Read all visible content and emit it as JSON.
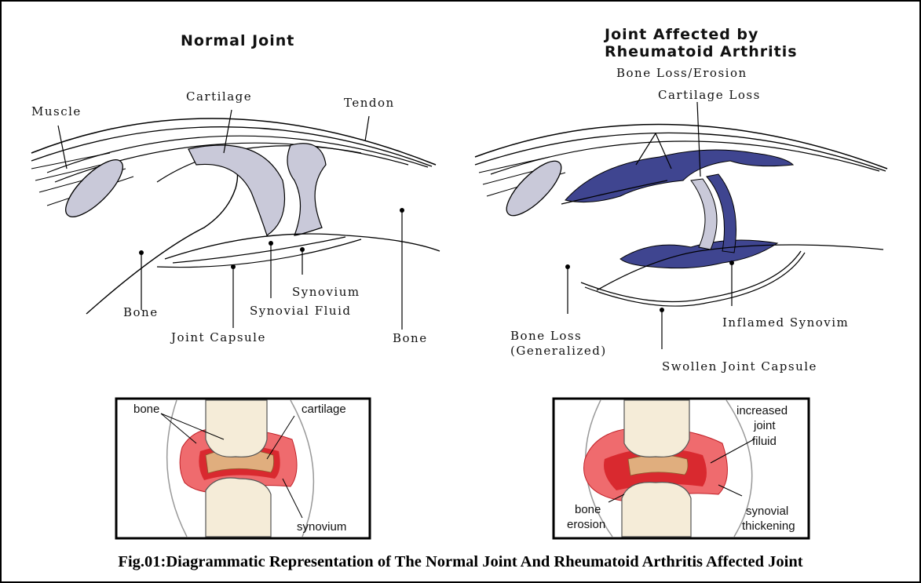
{
  "normal_joint": {
    "title": "Normal Joint",
    "labels": {
      "muscle": "Muscle",
      "cartilage": "Cartilage",
      "tendon": "Tendon",
      "synovium": "Synovium",
      "synovial_fluid": "Synovial Fluid",
      "bone_left": "Bone",
      "bone_right": "Bone",
      "joint_capsule": "Joint Capsule"
    }
  },
  "ra_joint": {
    "title_line1": "Joint Affected by",
    "title_line2": "Rheumatoid Arthritis",
    "labels": {
      "bone_loss_erosion": "Bone Loss/Erosion",
      "cartilage_loss": "Cartilage Loss",
      "bone_loss_line1": "Bone Loss",
      "bone_loss_line2": "(Generalized)",
      "inflamed_synovium": "Inflamed Synovim",
      "swollen_joint_capsule": "Swollen Joint Capsule"
    }
  },
  "normal_inset": {
    "labels": {
      "bone": "bone",
      "cartilage": "cartilage",
      "synovium": "synovium"
    }
  },
  "ra_inset": {
    "labels": {
      "increased_line1": "increased",
      "increased_line2": "joint",
      "increased_line3": "filuid",
      "bone_erosion_line1": "bone",
      "bone_erosion_line2": "erosion",
      "synovial_line1": "synovial",
      "synovial_line2": "thickening"
    }
  },
  "caption": "Fig.01:Diagrammatic Representation of The Normal Joint And Rheumatoid Arthritis Affected Joint",
  "colors": {
    "cartilage_gray": "#c9c9d9",
    "inflamed_blue": "#3f4590",
    "inset_cartilage": "#e0ae7e",
    "inset_synovium": "#d9292f",
    "inset_red_light": "#ef6b6e",
    "bone_fill": "#f5ecd8"
  }
}
